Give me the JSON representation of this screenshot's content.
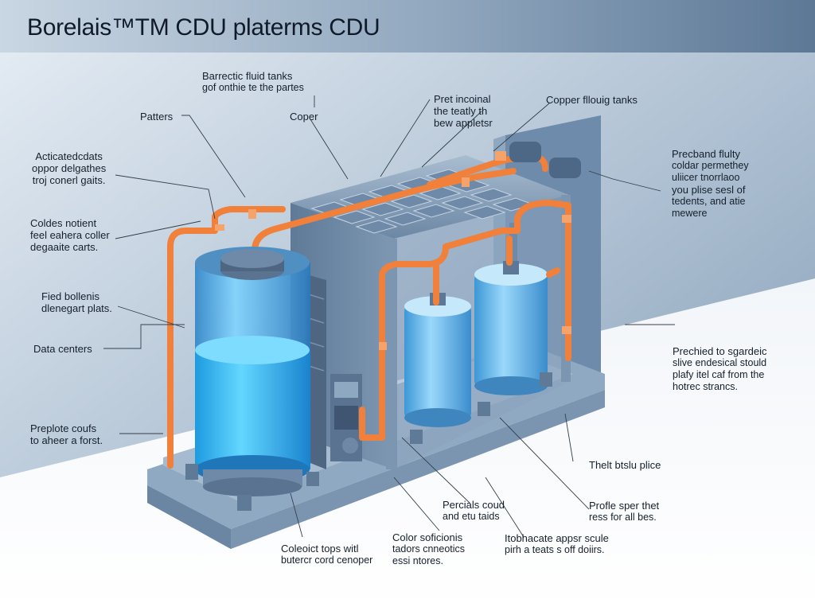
{
  "header": {
    "title": "Borelais™TM CDU platerms CDU"
  },
  "labels": {
    "barrectic": [
      "Barrectic fluid tanks",
      "gof onthie te the partes"
    ],
    "patters": [
      "Patters"
    ],
    "coper": [
      "Coper"
    ],
    "pret": [
      "Pret incoinal",
      "the teatly th",
      "bew appletsr"
    ],
    "copper_tanks": [
      "Copper fllouig tanks"
    ],
    "acticated": [
      "Acticatedcdats",
      "oppor delgathes",
      "troj conerl gaits."
    ],
    "coldes": [
      "Coldes notient",
      "feel eahera coller",
      "degaaite carts."
    ],
    "fied": [
      "Fied bollenis",
      "dlenegart plats."
    ],
    "data_centers": [
      "Data centers"
    ],
    "preplote": [
      "Preplote coufs",
      "to aheer a forst."
    ],
    "precband": [
      "Precband flulty",
      "coldar permethey",
      "uliicer tnorrlaoo",
      "you plise sesl of",
      "tedents, and atie",
      "mewere"
    ],
    "prechied": [
      "Prechied to sgardeic",
      "slive endesical stould",
      "plafy itel caf from the",
      "hotrec strancs."
    ],
    "thelt": [
      "Thelt btslu plice"
    ],
    "percials": [
      "Percials coud",
      "and etu taids"
    ],
    "profle": [
      "Profle sper thet",
      "ress for all bes."
    ],
    "coleoict": [
      "Coleoict tops witl",
      "butercr cord cenoper"
    ],
    "color_soficionis": [
      "Color soficionis",
      "tadors cnneotics",
      "essi ntores."
    ],
    "itobhacate": [
      "Itobhacate appsr scule",
      "pirh a teats s off doiirs."
    ]
  },
  "colors": {
    "pipe": "#f0803a",
    "tank_blue": "#4fb4ea",
    "frame": "#8aa3bd",
    "header_dark": "#5d7896"
  }
}
